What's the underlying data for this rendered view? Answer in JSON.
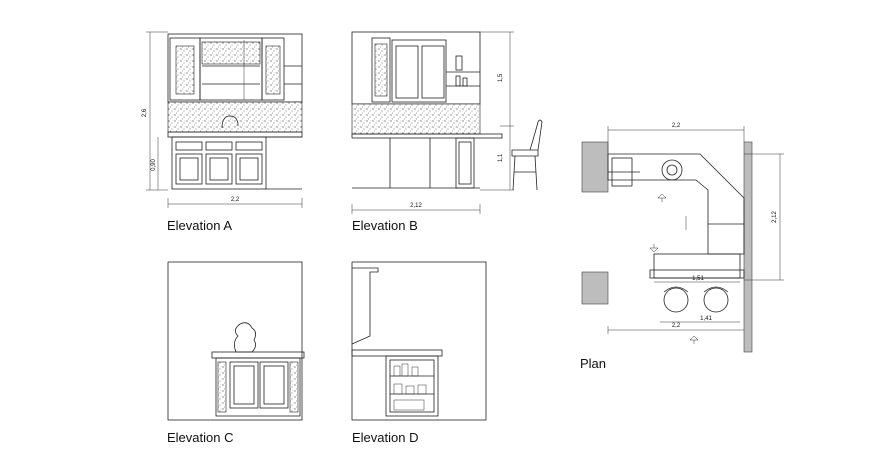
{
  "captions": {
    "elev_a": "Elevation A",
    "elev_b": "Elevation B",
    "elev_c": "Elevation C",
    "elev_d": "Elevation D",
    "plan": "Plan"
  },
  "dimensions": {
    "a_width": "2,2",
    "a_height": "2,6",
    "a_counter": "0,90",
    "b_width": "2,12",
    "b_upper": "1,5",
    "b_lower": "1,1",
    "plan_top": "2,2",
    "plan_right": "2,12",
    "plan_bar": "1,51",
    "plan_bottom_inner": "1,41",
    "plan_bottom": "2,2"
  },
  "colors": {
    "line": "#222222",
    "wall": "#bdbdbd"
  }
}
